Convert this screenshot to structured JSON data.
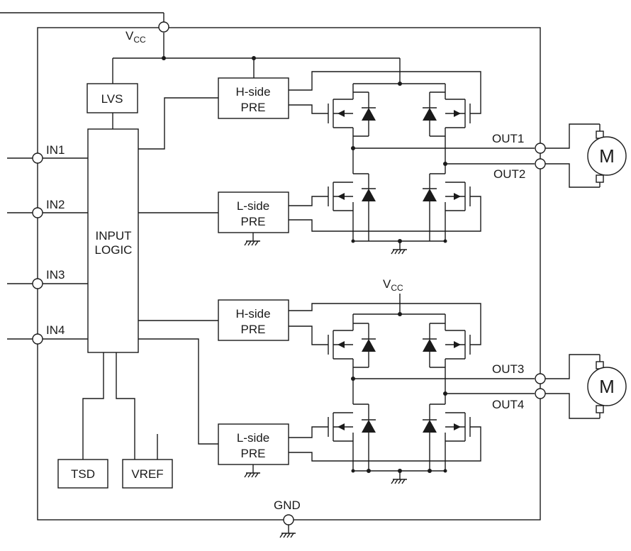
{
  "labels": {
    "vcc_top_main": "V",
    "vcc_top_sub": "CC",
    "vcc_mid_main": "V",
    "vcc_mid_sub": "CC",
    "lvs": "LVS",
    "input_logic_line1": "INPUT",
    "input_logic_line2": "LOGIC",
    "hside1_line1": "H-side",
    "hside1_line2": "PRE",
    "lside1_line1": "L-side",
    "lside1_line2": "PRE",
    "hside2_line1": "H-side",
    "hside2_line2": "PRE",
    "lside2_line1": "L-side",
    "lside2_line2": "PRE",
    "tsd": "TSD",
    "vref": "VREF",
    "gnd": "GND",
    "in1": "IN1",
    "in2": "IN2",
    "in3": "IN3",
    "in4": "IN4",
    "out1": "OUT1",
    "out2": "OUT2",
    "out3": "OUT3",
    "out4": "OUT4",
    "motor1": "M",
    "motor2": "M"
  }
}
